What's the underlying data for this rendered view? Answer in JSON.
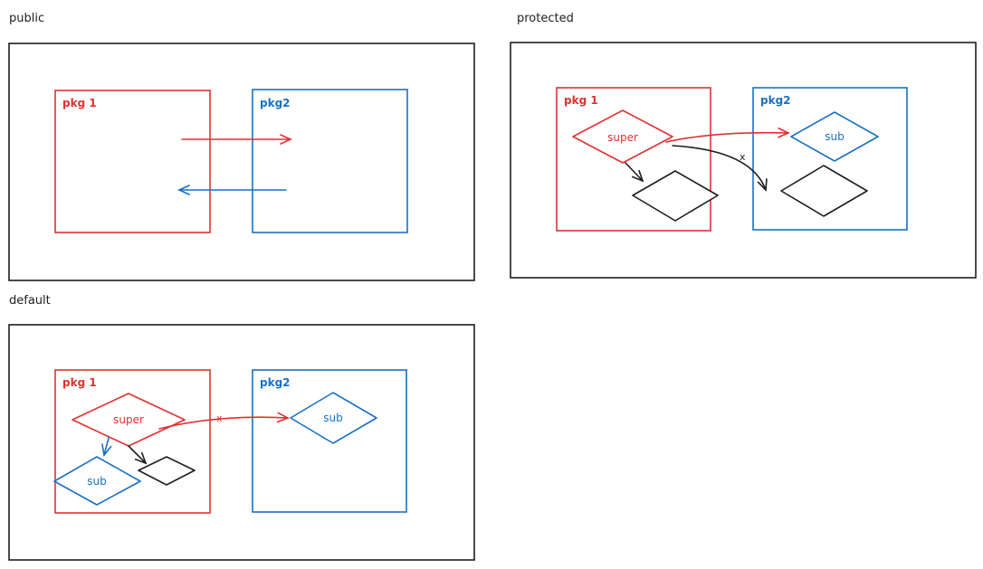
{
  "colors": {
    "red": "#e03131",
    "blue": "#1971c2",
    "black": "#1e1e1e"
  },
  "sections": {
    "public": {
      "title": "public",
      "pkg1_label": "pkg 1",
      "pkg2_label": "pkg2"
    },
    "protected": {
      "title": "protected",
      "pkg1_label": "pkg 1",
      "pkg2_label": "pkg2",
      "super_label": "super",
      "sub_label": "sub",
      "denied_mark": "x"
    },
    "default": {
      "title": "default",
      "pkg1_label": "pkg 1",
      "pkg2_label": "pkg2",
      "super_label": "super",
      "sub_label": "sub",
      "sub2_label": "sub",
      "denied_mark": "x"
    }
  }
}
